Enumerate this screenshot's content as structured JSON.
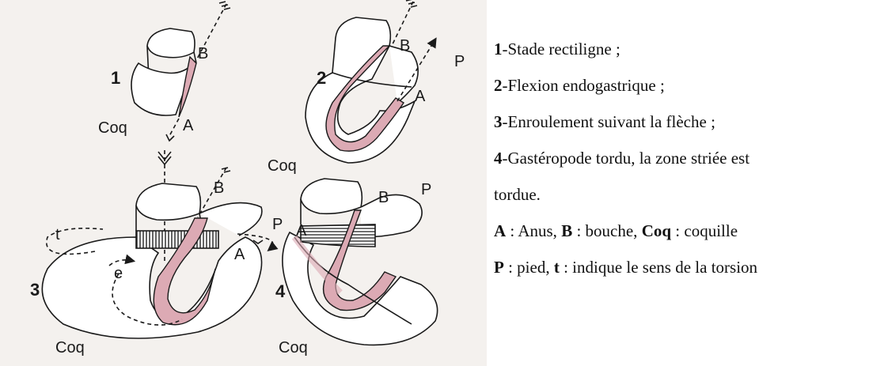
{
  "figure": {
    "labels": {
      "stage1": "1",
      "stage2": "2",
      "stage3": "3",
      "stage4": "4",
      "A": "A",
      "B": "B",
      "P": "P",
      "Coq": "Coq",
      "t": "t",
      "e": "e"
    }
  },
  "legend": {
    "items": [
      {
        "num": "1",
        "text": "-Stade rectiligne ;"
      },
      {
        "num": "2",
        "text": "-Flexion endogastrique ;"
      },
      {
        "num": "3",
        "text": "-Enroulement suivant la flèche ;"
      },
      {
        "num": "4",
        "text": "-Gastéropode tordu, la zone striée est"
      },
      {
        "num": "",
        "text": "tordue."
      }
    ],
    "abbr1": {
      "k1": "A",
      "v1": " : Anus, ",
      "k2": "B",
      "v2": " : bouche, ",
      "k3": "Coq",
      "v3": " : coquille"
    },
    "abbr2": {
      "k1": "P",
      "v1": " : pied, ",
      "k2": "t",
      "v2": " : indique le sens de la torsion"
    }
  },
  "colors": {
    "gut": "#dcaab4",
    "ink": "#1a1a1a",
    "paper": "#f4f1ee"
  }
}
